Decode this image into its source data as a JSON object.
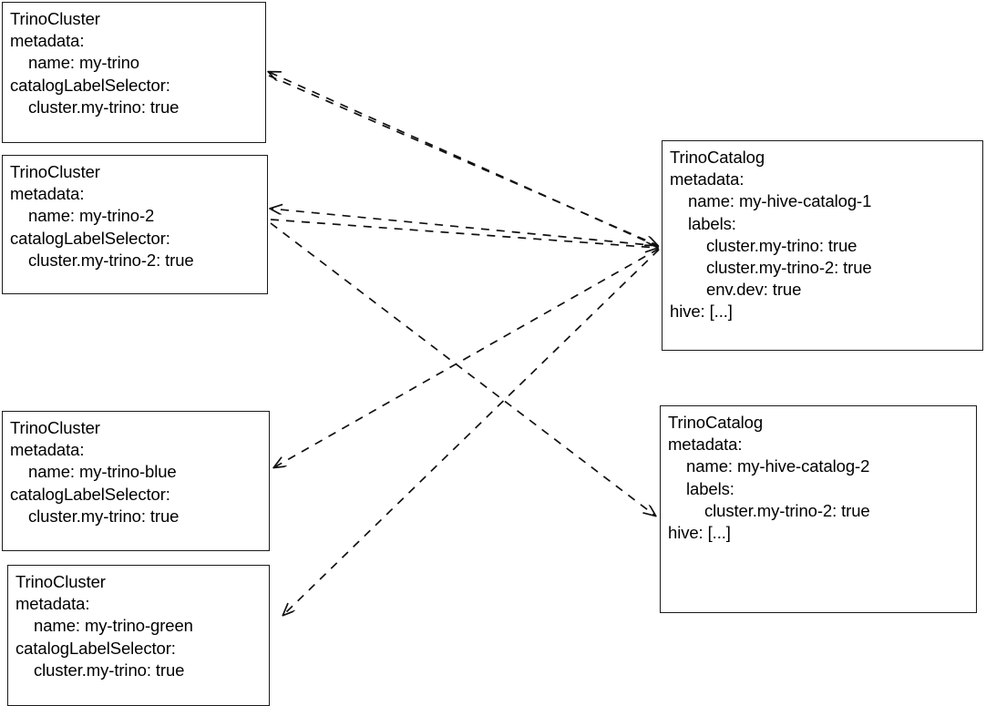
{
  "diagram": {
    "title": "TrinoCluster / TrinoCatalog label selector matching",
    "type": "entity-relationship",
    "background_color": "#ffffff",
    "line_color": "#1a1a1a",
    "edge_style": "dashed-arrow"
  },
  "nodes": [
    {
      "id": "cluster-my-trino",
      "kind": "TrinoCluster",
      "name": "my-trino",
      "lines": [
        {
          "text": "TrinoCluster",
          "indent": 0
        },
        {
          "text": "metadata:",
          "indent": 0
        },
        {
          "text": "name: my-trino",
          "indent": 1
        },
        {
          "text": "catalogLabelSelector:",
          "indent": 0
        },
        {
          "text": "cluster.my-trino: true",
          "indent": 1
        }
      ]
    },
    {
      "id": "cluster-my-trino-2",
      "kind": "TrinoCluster",
      "name": "my-trino-2",
      "lines": [
        {
          "text": "TrinoCluster",
          "indent": 0
        },
        {
          "text": "metadata:",
          "indent": 0
        },
        {
          "text": "name: my-trino-2",
          "indent": 1
        },
        {
          "text": "catalogLabelSelector:",
          "indent": 0
        },
        {
          "text": "cluster.my-trino-2: true",
          "indent": 1
        }
      ]
    },
    {
      "id": "cluster-my-trino-blue",
      "kind": "TrinoCluster",
      "name": "my-trino-blue",
      "lines": [
        {
          "text": "TrinoCluster",
          "indent": 0
        },
        {
          "text": "metadata:",
          "indent": 0
        },
        {
          "text": "name: my-trino-blue",
          "indent": 1
        },
        {
          "text": "catalogLabelSelector:",
          "indent": 0
        },
        {
          "text": "cluster.my-trino: true",
          "indent": 1
        }
      ]
    },
    {
      "id": "cluster-my-trino-green",
      "kind": "TrinoCluster",
      "name": "my-trino-green",
      "lines": [
        {
          "text": "TrinoCluster",
          "indent": 0
        },
        {
          "text": "metadata:",
          "indent": 0
        },
        {
          "text": "name: my-trino-green",
          "indent": 1
        },
        {
          "text": "catalogLabelSelector:",
          "indent": 0
        },
        {
          "text": "cluster.my-trino: true",
          "indent": 1
        }
      ]
    },
    {
      "id": "catalog-1",
      "kind": "TrinoCatalog",
      "name": "my-hive-catalog-1",
      "lines": [
        {
          "text": "TrinoCatalog",
          "indent": 0
        },
        {
          "text": "metadata:",
          "indent": 0
        },
        {
          "text": "name: my-hive-catalog-1",
          "indent": 1
        },
        {
          "text": "labels:",
          "indent": 1
        },
        {
          "text": "cluster.my-trino: true",
          "indent": 2
        },
        {
          "text": "cluster.my-trino-2: true",
          "indent": 2
        },
        {
          "text": "env.dev: true",
          "indent": 2
        },
        {
          "text": "hive: [...]",
          "indent": 0
        }
      ]
    },
    {
      "id": "catalog-2",
      "kind": "TrinoCatalog",
      "name": "my-hive-catalog-2",
      "lines": [
        {
          "text": "TrinoCatalog",
          "indent": 0
        },
        {
          "text": "metadata:",
          "indent": 0
        },
        {
          "text": "name: my-hive-catalog-2",
          "indent": 1
        },
        {
          "text": "labels:",
          "indent": 1
        },
        {
          "text": "cluster.my-trino-2: true",
          "indent": 2
        },
        {
          "text": "hive: [...]",
          "indent": 0
        }
      ]
    }
  ],
  "edges": [
    {
      "id": "edge-catalog1-to-my-trino",
      "from": "catalog-1",
      "to": "cluster-my-trino",
      "label": ""
    },
    {
      "id": "edge-catalog1-to-my-trino-2",
      "from": "catalog-1",
      "to": "cluster-my-trino-2",
      "label": ""
    },
    {
      "id": "edge-catalog1-to-my-trino-blue",
      "from": "catalog-1",
      "to": "cluster-my-trino-blue",
      "label": ""
    },
    {
      "id": "edge-catalog1-to-my-trino-green",
      "from": "catalog-1",
      "to": "cluster-my-trino-green",
      "label": ""
    },
    {
      "id": "edge-my-trino-to-catalog1",
      "from": "cluster-my-trino",
      "to": "catalog-1",
      "label": ""
    },
    {
      "id": "edge-my-trino-2-to-catalog1",
      "from": "cluster-my-trino-2",
      "to": "catalog-1",
      "label": ""
    },
    {
      "id": "edge-my-trino-2-to-catalog2",
      "from": "cluster-my-trino-2",
      "to": "catalog-2",
      "label": ""
    }
  ]
}
